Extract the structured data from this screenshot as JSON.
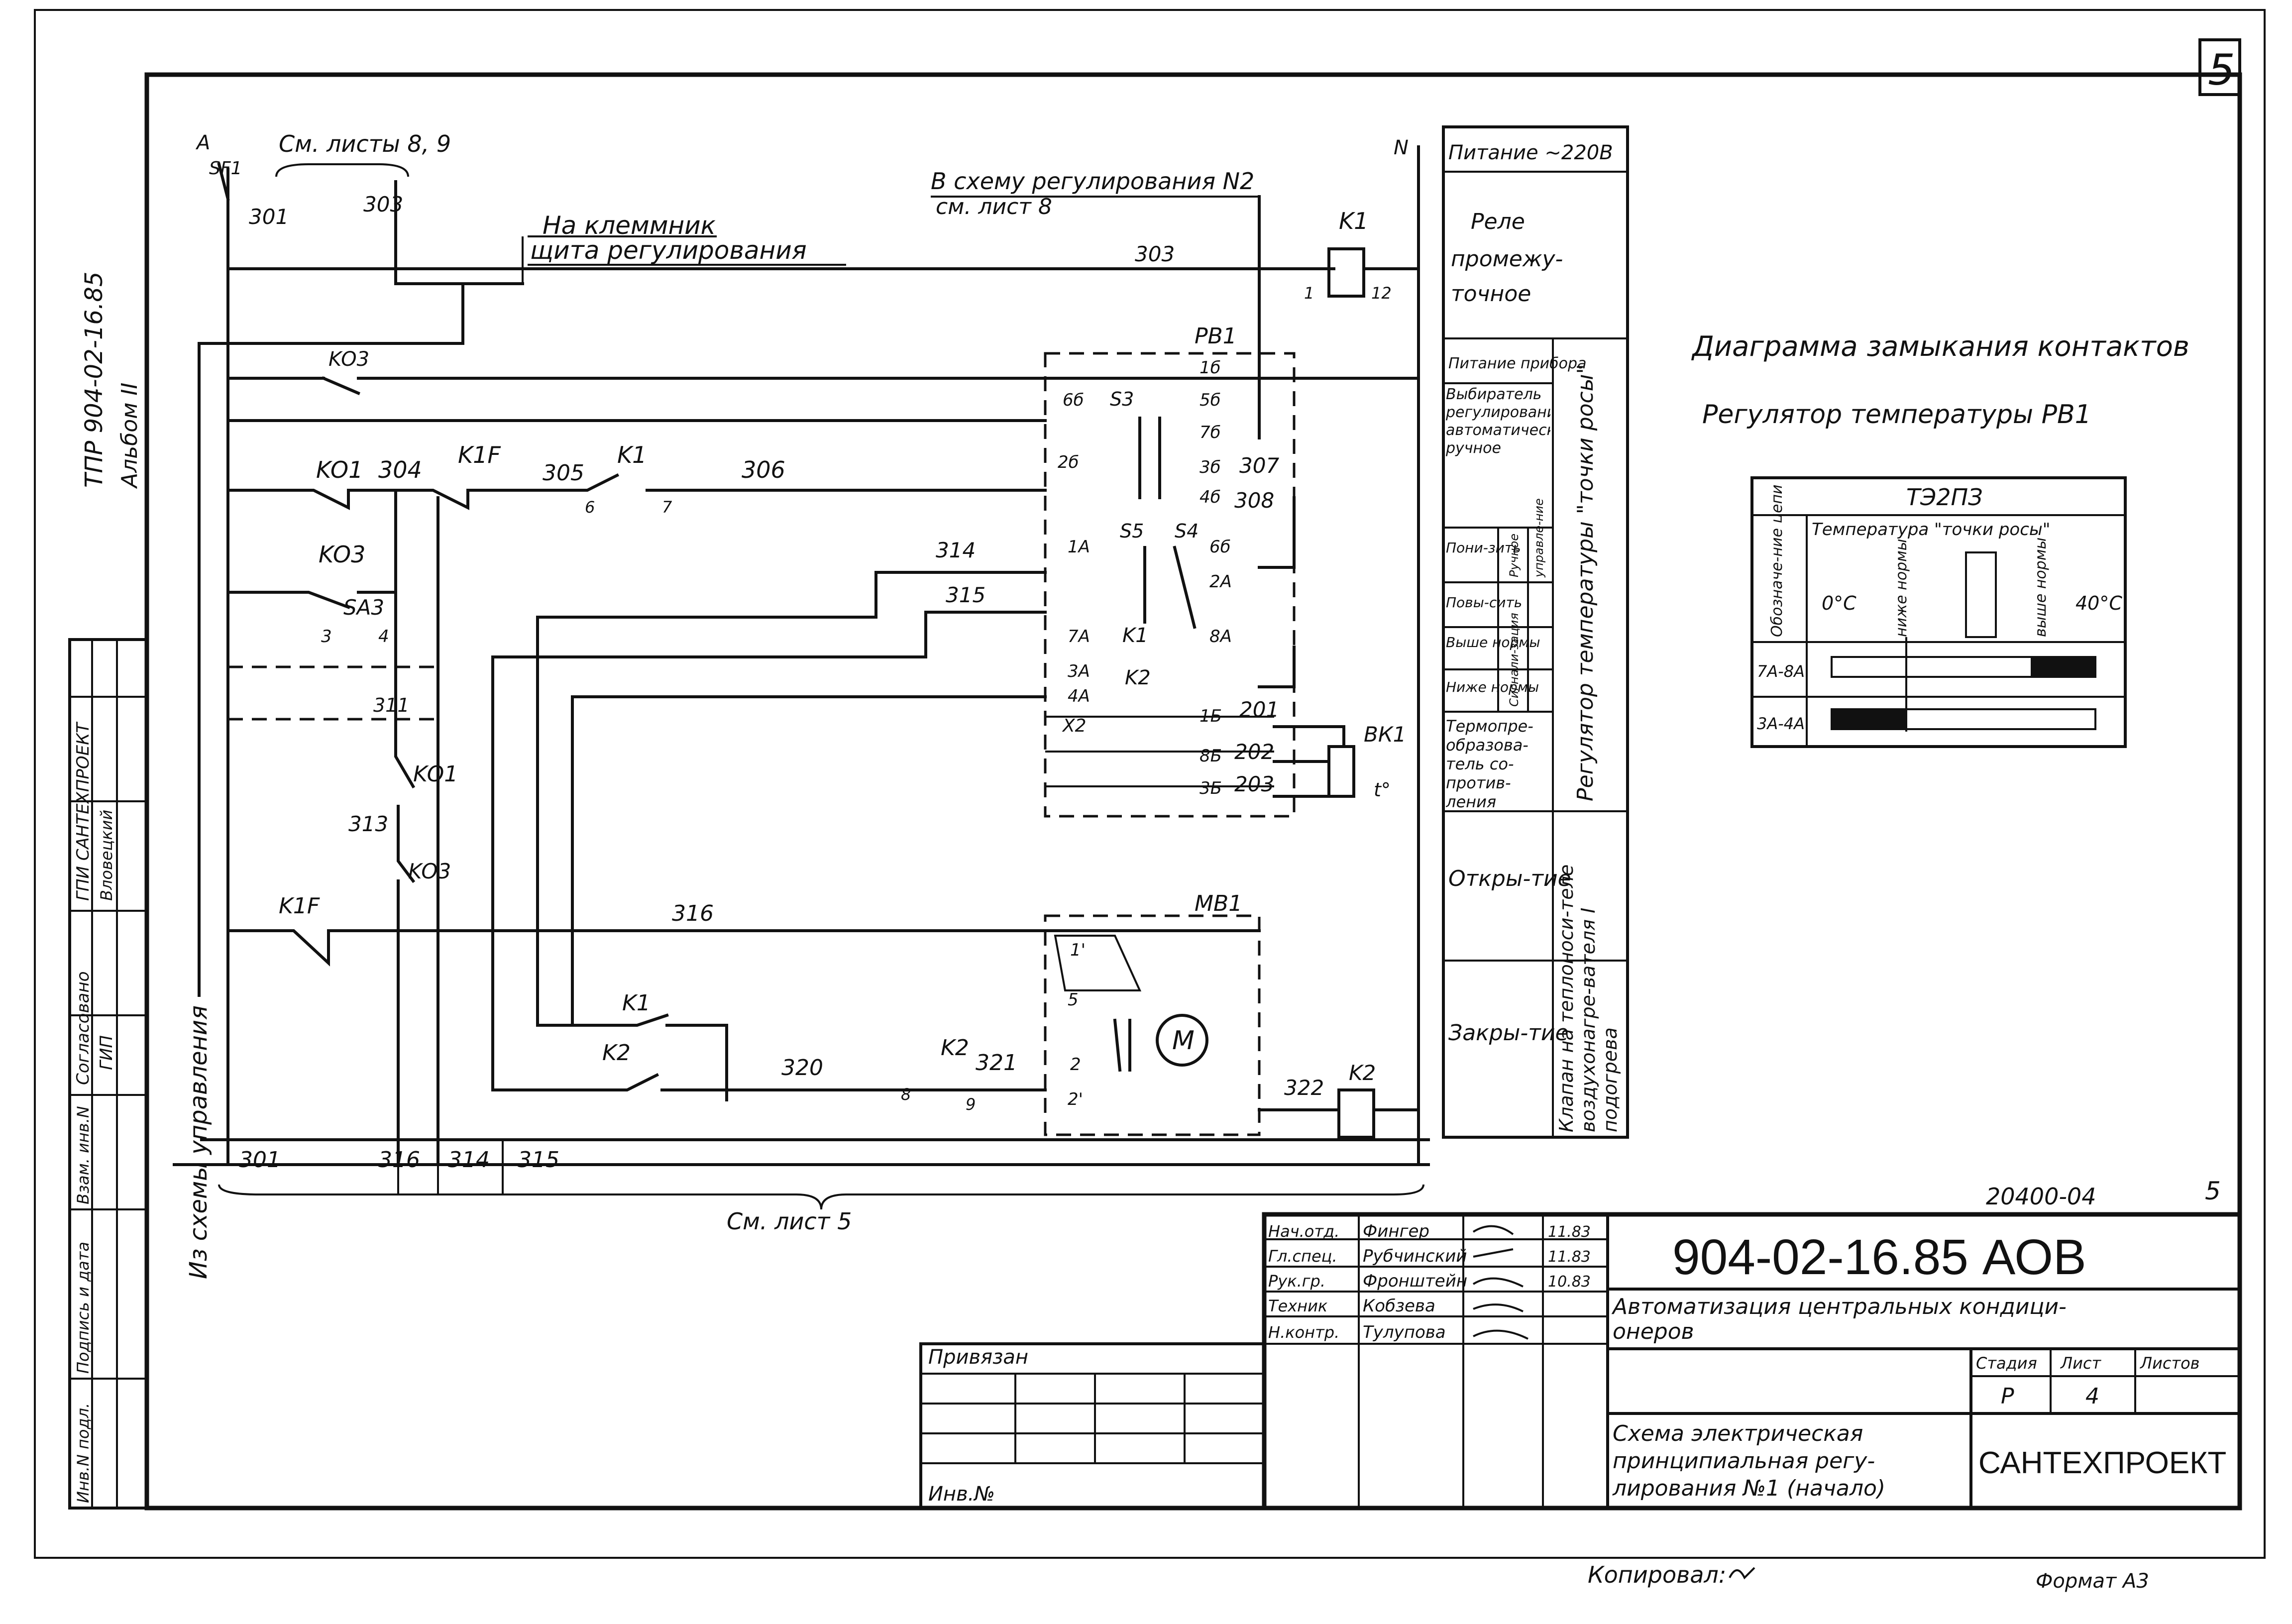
{
  "sheet": {
    "corner_number": "5",
    "format": "Формат А3",
    "copied_by": "Копировал:",
    "album_code": "ТПР 904-02-16.85",
    "album": "Альбом II",
    "code_above_stamp": "20400-04",
    "page_above_stamp": "5"
  },
  "left_strip": {
    "approved": "Согласовано",
    "gip_org": "ГПИ САНТЕХПРОЕКТ",
    "gip": "ГИП",
    "gip_name": "Вловецкий",
    "inv_orig": "Инв.N подл.",
    "sign_date": "Подпись и дата",
    "in_place_of": "Взам. инв.N"
  },
  "diagram": {
    "bus_A": "A",
    "bus_N": "N",
    "switch_SF1": "SF1",
    "see_sheets": "См. листы 8, 9",
    "wire_301": "301",
    "wire_303": "303",
    "terminal_note_1": "На клеммник",
    "terminal_note_2": "щита регулирования",
    "reg_scheme_1": "В схему регулирования N2",
    "reg_scheme_2": "см. лист 8",
    "K1": "K1",
    "K2": "K2",
    "KO1": "KO1",
    "KO3": "KO3",
    "K1F": "K1F",
    "SA3": "SA3",
    "RV1": "РВ1",
    "MV1": "МВ1",
    "BK1": "ВК1",
    "motor": "М",
    "t_symbol": "t°",
    "wires": {
      "w304": "304",
      "w305": "305",
      "w306": "306",
      "w307": "307",
      "w308": "308",
      "w311": "311",
      "w313": "313",
      "w314": "314",
      "w315": "315",
      "w316": "316",
      "w320": "320",
      "w321": "321",
      "w322": "322",
      "w201": "201",
      "w202": "202",
      "w203": "203"
    },
    "rv_terminals": [
      "1б",
      "5б",
      "7б",
      "3б",
      "4б",
      "6б",
      "2А",
      "8А",
      "1А",
      "7А",
      "3А",
      "4А",
      "1Б",
      "8Б",
      "3Б",
      "2б",
      "6б"
    ],
    "s_contacts": [
      "S3",
      "S5",
      "S4"
    ],
    "x2": "X2",
    "bottom_wires": [
      "301",
      "316",
      "314",
      "315"
    ],
    "from_control": "Из схемы управления",
    "see_sheet5": "См. лист 5",
    "pin_numbers": [
      "1",
      "12",
      "6",
      "7",
      "2",
      "3",
      "4",
      "8",
      "9",
      "2'",
      "5",
      "1'"
    ]
  },
  "legend_column": {
    "power": "Питание ~220В",
    "relay_1": "Реле",
    "relay_2": "промежу-",
    "relay_3": "точное",
    "device_power": "Питание прибора",
    "selector": "Выбиратель регулирования автоматическое ручное",
    "lower": "Пони-зить",
    "manual_1": "Ручное",
    "raise": "Повы-сить",
    "manual_2": "управле-ние",
    "above_norm": "Выше нормы",
    "below_norm": "Ниже нормы",
    "signal": "Сигнали-зация",
    "converter": "Термопре-образова-тель со-против-ления",
    "regulator_label": "Регулятор температуры \"точки росы\"",
    "open": "Откры-тие",
    "close": "Закры-тие",
    "valve_label": "Клапан на теплоноси-теле воздухонагре-вателя I подогрева"
  },
  "contact_diagram": {
    "title": "Диаграмма замыкания контактов",
    "subtitle": "Регулятор температуры РВ1",
    "table_header": "ТЭ2ПЗ",
    "col_designation": "Обозначе-ние цепи",
    "col_temp": "Температура \"точки росы\"",
    "t0": "0°С",
    "below": "ниже нормы",
    "above": "выше нормы",
    "t40": "40°С",
    "rows": [
      "7А-8А",
      "3А-4А"
    ]
  },
  "stamp": {
    "designation": "904-02-16.85 АОВ",
    "roles": [
      "Нач.отд.",
      "Гл.спец.",
      "Рук.гр.",
      "Техник",
      "Н.контр."
    ],
    "names": [
      "Фингер",
      "Рубчинский",
      "Фронштейн",
      "Кобзева",
      "Тулупова"
    ],
    "dates": [
      "11.83",
      "11.83",
      "10.83",
      "",
      ""
    ],
    "object_1": "Автоматизация центральных кондици-",
    "object_2": "онеров",
    "stage_label": "Стадия",
    "sheet_label": "Лист",
    "sheets_label": "Листов",
    "stage": "Р",
    "sheet": "4",
    "title_1": "Схема электрическая",
    "title_2": "принципиальная регу-",
    "title_3": "лирования №1 (начало)",
    "org": "САНТЕХПРОЕКТ",
    "bound": "Привязан",
    "inv": "Инв.№"
  }
}
